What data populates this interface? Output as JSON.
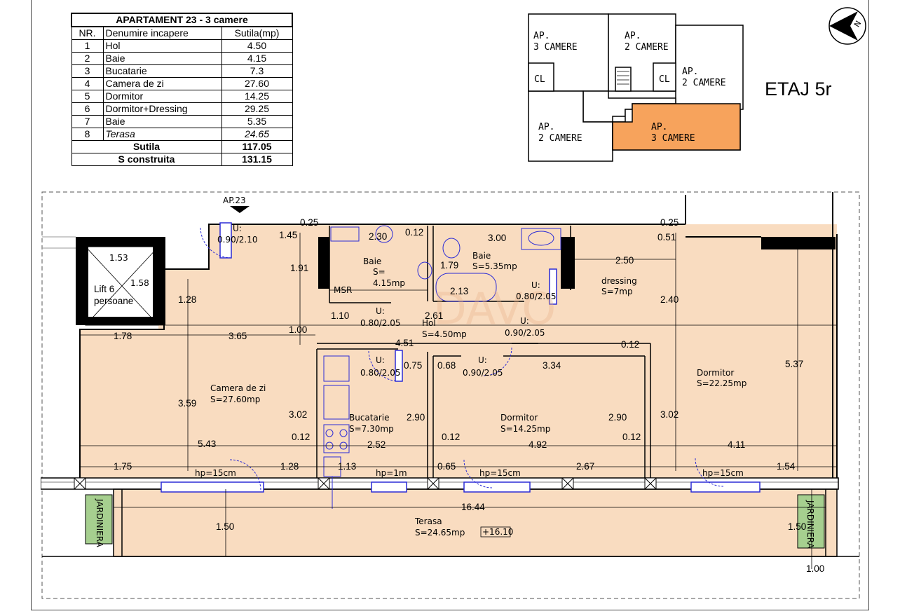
{
  "area_table": {
    "title": "APARTAMENT 23 - 3 camere",
    "headers": [
      "NR.",
      "Denumire incapere",
      "Sutila(mp)"
    ],
    "rows": [
      {
        "nr": "1",
        "name": "Hol",
        "area": "4.50"
      },
      {
        "nr": "2",
        "name": "Baie",
        "area": "4.15"
      },
      {
        "nr": "3",
        "name": "Bucatarie",
        "area": "7.3"
      },
      {
        "nr": "4",
        "name": "Camera de zi",
        "area": "27.60"
      },
      {
        "nr": "5",
        "name": "Dormitor",
        "area": "14.25"
      },
      {
        "nr": "6",
        "name": "Dormitor+Dressing",
        "area": "29.25"
      },
      {
        "nr": "7",
        "name": "Baie",
        "area": "5.35"
      },
      {
        "nr": "8",
        "name": "Terasa",
        "area": "24.65"
      }
    ],
    "total_util_label": "Sutila",
    "total_util_value": "117.05",
    "total_built_label": "S construita",
    "total_built_value": "131.15"
  },
  "key_plan": {
    "floor_title": "ETAJ 5r",
    "units": [
      {
        "line1": "AP.",
        "line2": "3 CAMERE"
      },
      {
        "line1": "AP.",
        "line2": "2 CAMERE"
      },
      {
        "line1": "AP.",
        "line2": "2 CAMERE"
      },
      {
        "line1": "AP.",
        "line2": "2 CAMERE"
      },
      {
        "line1": "AP.",
        "line2": "3 CAMERE"
      }
    ],
    "cl_labels": [
      "CL",
      "CL"
    ],
    "highlight_color": "#f7a35c"
  },
  "compass": {
    "letter": "N"
  },
  "plan": {
    "apartment_tag": "AP.23",
    "floor_fill": "#f9dcc0",
    "lift": {
      "line1": "Lift 6",
      "line2": "persoane",
      "w": "1.53",
      "h": "1.58"
    },
    "rooms": {
      "camera": {
        "name": "Camera de zi",
        "area": "S=27.60mp"
      },
      "baie1": {
        "name": "Baie",
        "area1": "S=",
        "area2": "4.15mp"
      },
      "baie2": {
        "name": "Baie",
        "area": "S=5.35mp"
      },
      "dressing": {
        "name": "dressing",
        "area": "S=7mp"
      },
      "hol": {
        "name": "Hol",
        "area": "S=4.50mp"
      },
      "bucatarie": {
        "name": "Bucatarie",
        "area": "S=7.30mp"
      },
      "dormitor1": {
        "name": "Dormitor",
        "area": "S=14.25mp"
      },
      "dormitor2": {
        "name": "Dormitor",
        "area": "S=22.25mp"
      },
      "terasa": {
        "name": "Terasa",
        "area": "S=24.65mp",
        "level": "+16.10"
      },
      "msr": "MSR",
      "jardiniera": "JARDINIERA"
    },
    "doors": {
      "entry": {
        "u": "U:",
        "size": "0.90/2.10"
      },
      "baie1": {
        "u": "U:",
        "size": "0.80/2.05"
      },
      "baie2": {
        "u": "U:",
        "size": "0.80/2.05"
      },
      "hol": {
        "u": "U:",
        "size": "0.90/2.05"
      },
      "bucatarie": {
        "u": "U:",
        "size": "0.80/2.05"
      },
      "dormitor": {
        "u": "U:",
        "size": "0.90/2.05"
      }
    },
    "windows": [
      "hp=15cm",
      "hp=1m",
      "hp=15cm",
      "hp=15cm"
    ],
    "dims": {
      "d025a": "0.25",
      "d145": "1.45",
      "d230": "2.30",
      "d012a": "0.12",
      "d300": "3.00",
      "d025b": "0.25",
      "d051": "0.51",
      "d153": "1.53",
      "d158": "1.58",
      "d128a": "1.28",
      "d191": "1.91",
      "d179": "1.79",
      "d213": "2.13",
      "d250": "2.50",
      "d240": "2.40",
      "d110": "1.10",
      "d261": "2.61",
      "d100a": "1.00",
      "d178": "1.78",
      "d365": "3.65",
      "d451": "4.51",
      "d012b": "0.12",
      "d075": "0.75",
      "d068": "0.68",
      "d334": "3.34",
      "d537": "5.37",
      "d359": "3.59",
      "d302a": "3.02",
      "d290a": "2.90",
      "d290b": "2.90",
      "d302b": "3.02",
      "d543": "5.43",
      "d012c": "0.12",
      "d252": "2.52",
      "d012d": "0.12",
      "d492": "4.92",
      "d012e": "0.12",
      "d411": "4.11",
      "d175": "1.75",
      "d128b": "1.28",
      "d113": "1.13",
      "d065": "0.65",
      "d267": "2.67",
      "d154": "1.54",
      "d1644": "16.44",
      "d150a": "1.50",
      "d150b": "1.50",
      "d100b": "1.00"
    }
  }
}
